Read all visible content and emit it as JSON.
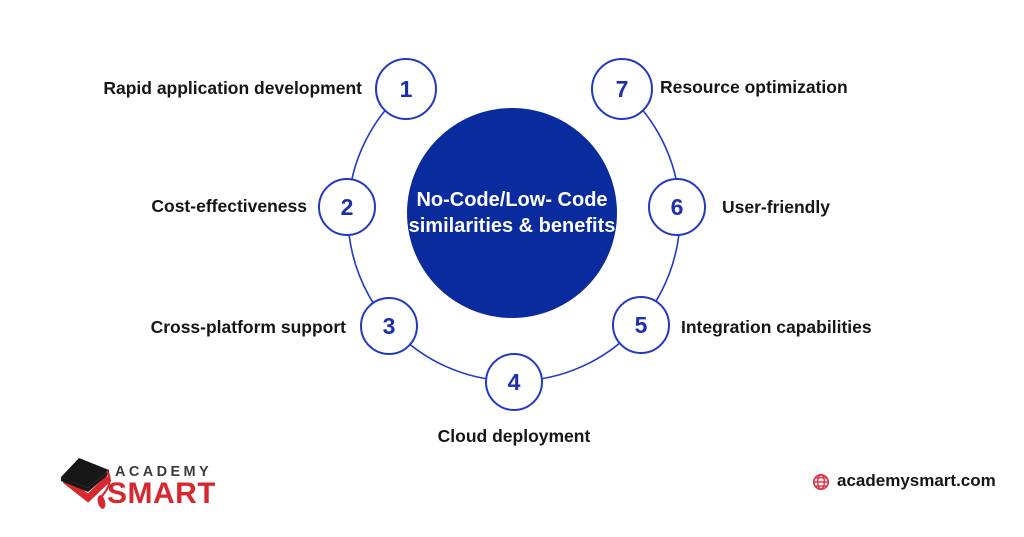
{
  "page": {
    "background": "#ffffff"
  },
  "diagram": {
    "center_circle": {
      "line1": "No-Code/Low- Code",
      "line2": "similarities & benefits",
      "fill_color": "#0a2b9e",
      "text_color": "#ffffff"
    },
    "ring_color": "#2239c4",
    "number_color": "#1d2fae",
    "label_color": "#161616",
    "items": [
      {
        "number": "1",
        "label": "Rapid application development"
      },
      {
        "number": "2",
        "label": "Cost-effectiveness"
      },
      {
        "number": "3",
        "label": "Cross-platform support"
      },
      {
        "number": "4",
        "label": "Cloud deployment"
      },
      {
        "number": "5",
        "label": "Integration capabilities"
      },
      {
        "number": "6",
        "label": "User-friendly"
      },
      {
        "number": "7",
        "label": "Resource optimization"
      }
    ]
  },
  "footer": {
    "logo": {
      "word1": "ACADEMY",
      "word2": "SMART",
      "icon": "graduation-cap-icon",
      "word1_color": "#3b3b3b",
      "accent_color": "#d7282f"
    },
    "website": {
      "icon": "globe-icon",
      "icon_color": "#e02d3c",
      "text": "academysmart.com"
    }
  }
}
